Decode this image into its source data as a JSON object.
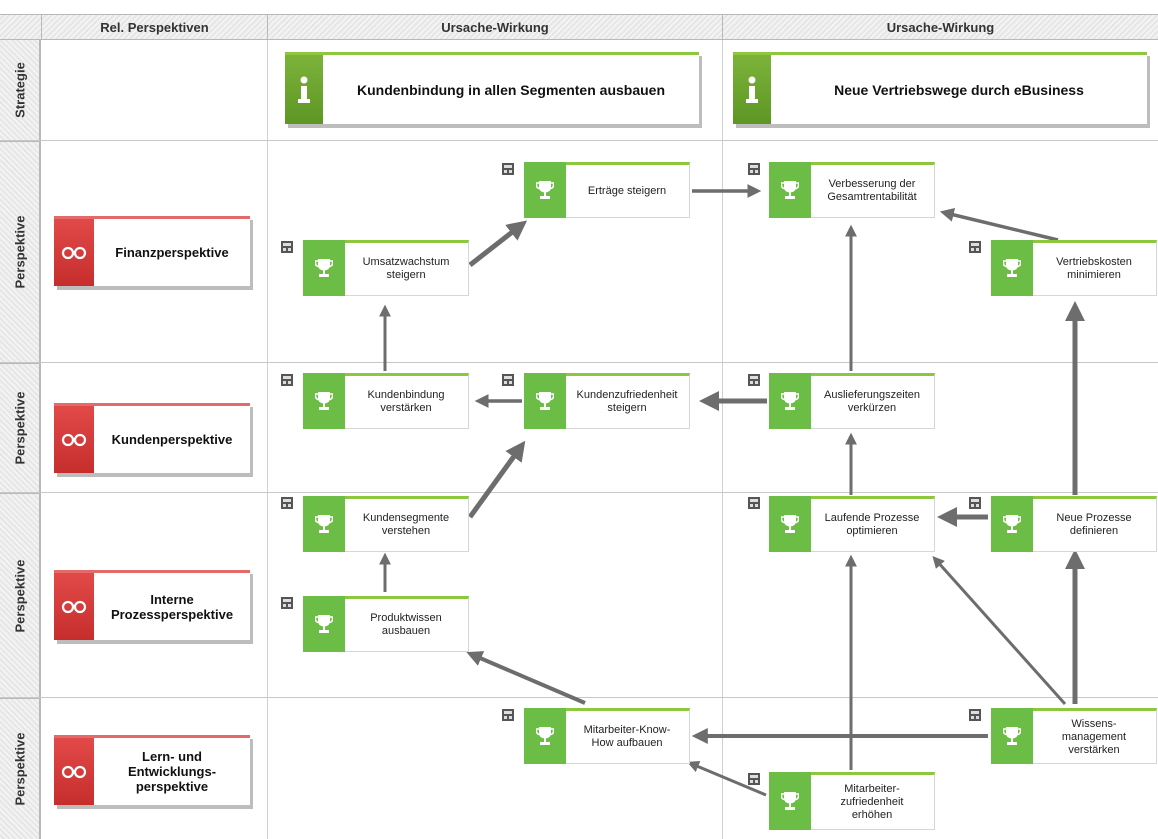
{
  "columns": {
    "rel": "Rel. Perspektiven",
    "uw1": "Ursache-Wirkung",
    "uw2": "Ursache-Wirkung"
  },
  "rows": {
    "strategie": "Strategie",
    "p1": "Perspektive",
    "p2": "Perspektive",
    "p3": "Perspektive",
    "p4": "Perspektive"
  },
  "perspectives": {
    "finanz": "Finanzperspektive",
    "kunden": "Kundenperspektive",
    "intern": "Interne\nProzessperspektive",
    "lern": "Lern- und\nEntwicklungs-\nperspektive"
  },
  "strategies": {
    "s1": "Kundenbindung in allen Segmenten ausbauen",
    "s2": "Neue Vertriebswege durch eBusiness"
  },
  "goals": {
    "umsatz": "Umsatzwachstum\nsteigern",
    "ertraege": "Erträge steigern",
    "rentabilitaet": "Verbesserung der\nGesamtrentabilität",
    "vertriebskosten": "Vertriebskosten\nminimieren",
    "kundenbindung": "Kundenbindung\nverstärken",
    "kundenzufriedenheit": "Kundenzufriedenheit\nsteigern",
    "auslieferung": "Auslieferungszeiten\nverkürzen",
    "segmente": "Kundensegmente\nverstehen",
    "produktwissen": "Produktwissen\nausbauen",
    "laufende": "Laufende Prozesse\noptimieren",
    "neue": "Neue Prozesse\ndefinieren",
    "knowhow": "Mitarbeiter-Know-\nHow aufbauen",
    "mazufriedenheit": "Mitarbeiter-\nzufriedenheit\nerhöhen",
    "wissen": "Wissens-\nmanagement\nverstärken"
  },
  "colors": {
    "goal_green": "#6cbd45",
    "strategy_green": "#6aa52f",
    "perspective_red": "#d83a3a",
    "arrow_gray": "#6d6d6d"
  },
  "icons": {
    "goal": "trophy-icon",
    "strategy": "info-icon",
    "perspective": "glasses-icon",
    "subprocess": "hierarchy-icon"
  }
}
